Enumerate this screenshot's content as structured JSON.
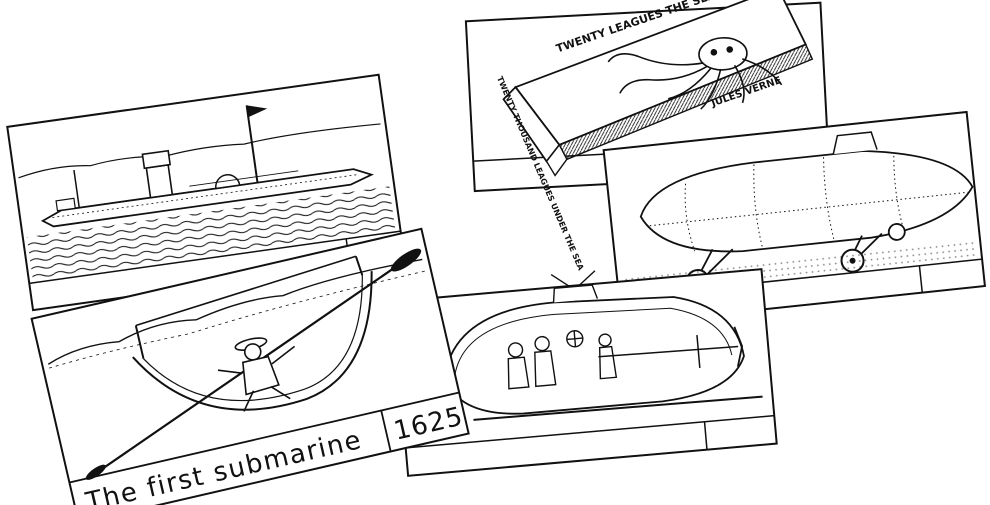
{
  "cards": {
    "first_submarine": {
      "caption": "The first submarine",
      "year": "1625"
    },
    "book": {
      "cover_title": "TWENTY LEAGUES THE SEA",
      "spine_title": "TWENTY THOUSAND LEAGUES UNDER THE SEA",
      "author": "JULES VERNE"
    }
  },
  "colors": {
    "ink": "#111111",
    "paper": "#ffffff"
  }
}
